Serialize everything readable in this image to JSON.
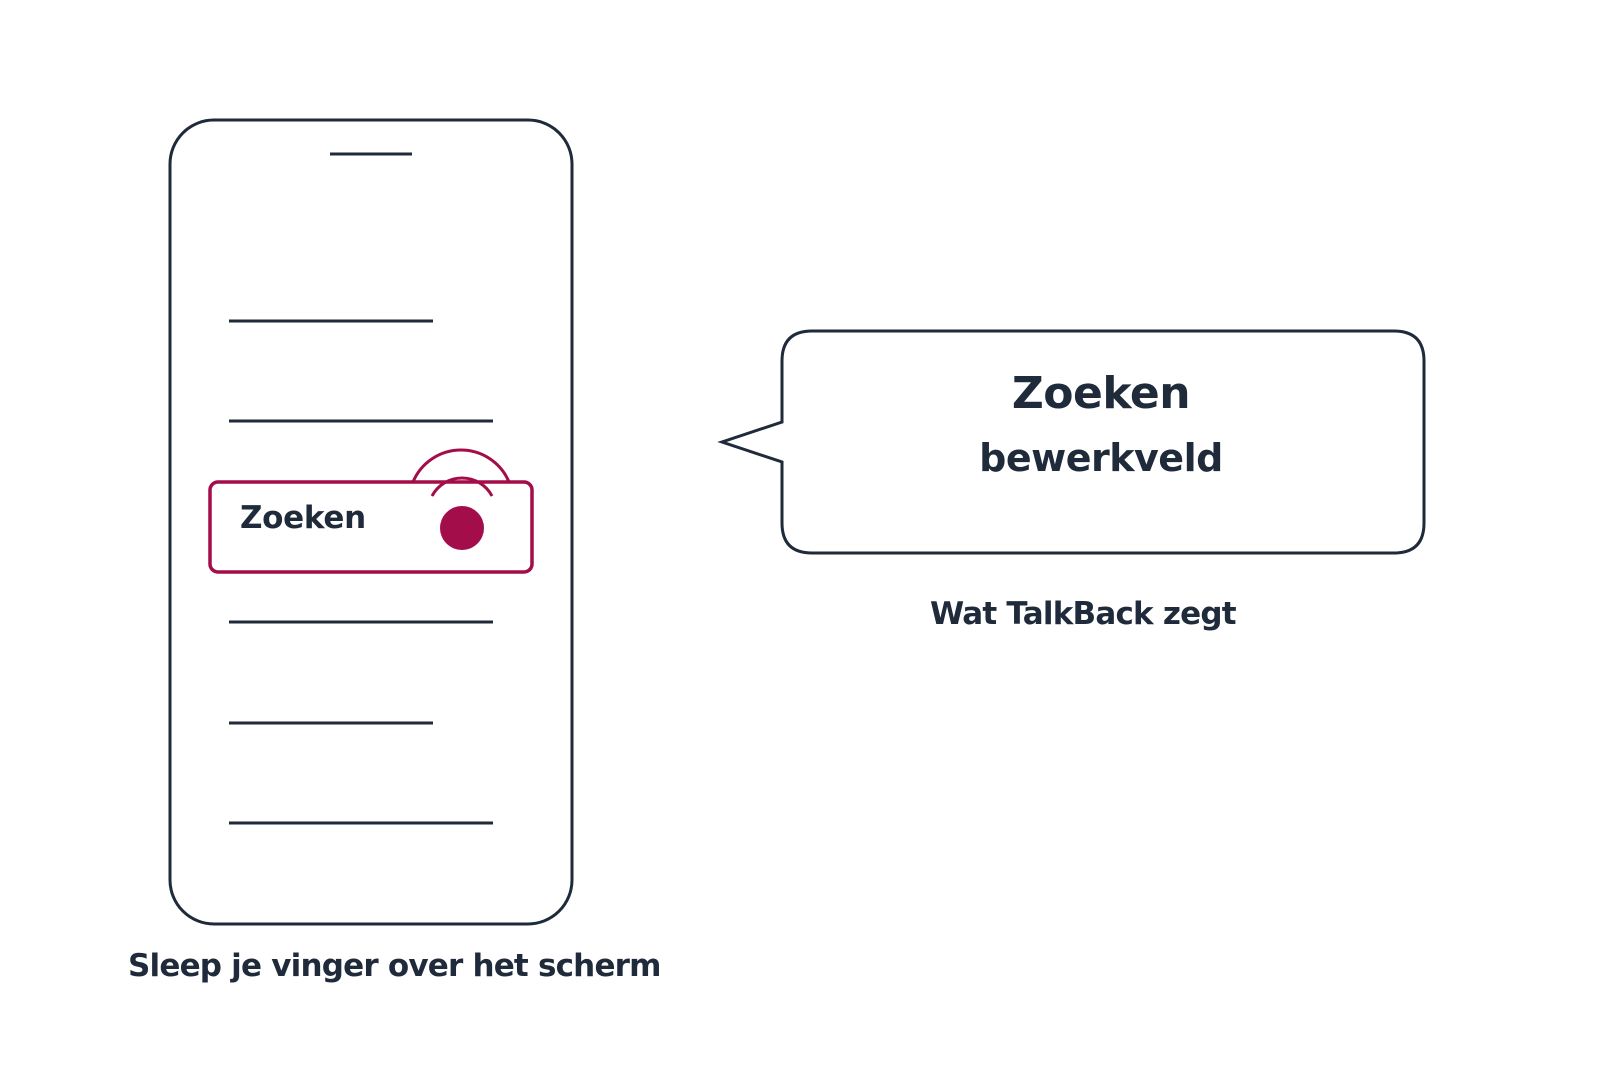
{
  "colors": {
    "ink": "#1f2a3a",
    "accent": "#a30d4a",
    "background": "#ffffff"
  },
  "phone": {
    "focused_field_label": "Zoeken",
    "caption": "Sleep je vinger over het scherm"
  },
  "speech_bubble": {
    "title": "Zoeken",
    "subtitle": "bewerkveld",
    "caption": "Wat TalkBack zegt"
  },
  "icons": {
    "touch": "finger-touch-icon",
    "phone": "phone-outline-icon"
  }
}
